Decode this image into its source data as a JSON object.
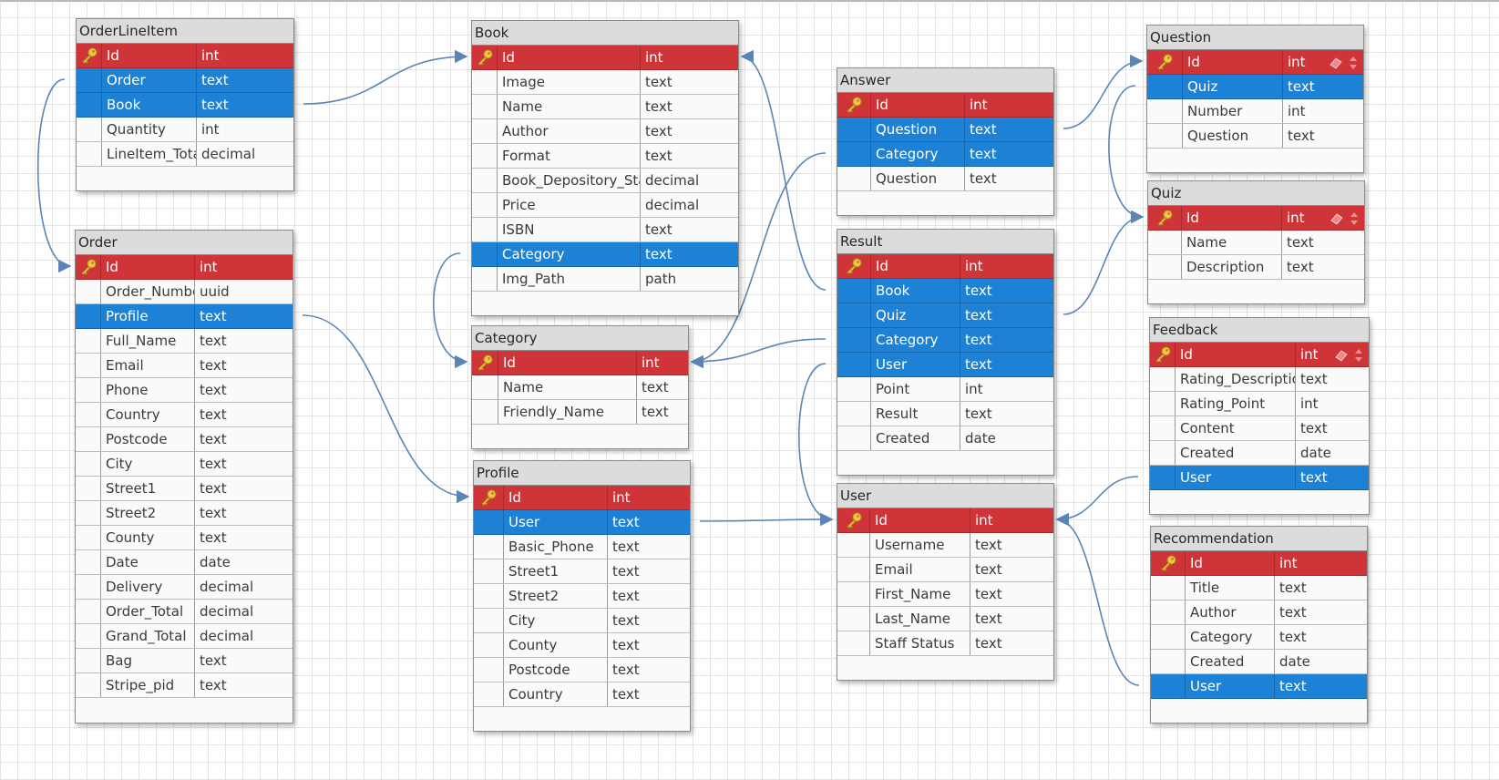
{
  "diagram": {
    "tables": [
      {
        "name": "OrderLineItem",
        "fields": [
          {
            "name": "Id",
            "type": "int",
            "kind": "pk"
          },
          {
            "name": "Order",
            "type": "text",
            "kind": "fk"
          },
          {
            "name": "Book",
            "type": "text",
            "kind": "fk"
          },
          {
            "name": "Quantity",
            "type": "int",
            "kind": "plain"
          },
          {
            "name": "LineItem_Total",
            "type": "decimal",
            "kind": "plain"
          }
        ]
      },
      {
        "name": "Order",
        "fields": [
          {
            "name": "Id",
            "type": "int",
            "kind": "pk"
          },
          {
            "name": "Order_Number",
            "type": "uuid",
            "kind": "plain"
          },
          {
            "name": "Profile",
            "type": "text",
            "kind": "fk"
          },
          {
            "name": "Full_Name",
            "type": "text",
            "kind": "plain"
          },
          {
            "name": "Email",
            "type": "text",
            "kind": "plain"
          },
          {
            "name": "Phone",
            "type": "text",
            "kind": "plain"
          },
          {
            "name": "Country",
            "type": "text",
            "kind": "plain"
          },
          {
            "name": "Postcode",
            "type": "text",
            "kind": "plain"
          },
          {
            "name": "City",
            "type": "text",
            "kind": "plain"
          },
          {
            "name": "Street1",
            "type": "text",
            "kind": "plain"
          },
          {
            "name": "Street2",
            "type": "text",
            "kind": "plain"
          },
          {
            "name": "County",
            "type": "text",
            "kind": "plain"
          },
          {
            "name": "Date",
            "type": "date",
            "kind": "plain"
          },
          {
            "name": "Delivery",
            "type": "decimal",
            "kind": "plain"
          },
          {
            "name": "Order_Total",
            "type": "decimal",
            "kind": "plain"
          },
          {
            "name": "Grand_Total",
            "type": "decimal",
            "kind": "plain"
          },
          {
            "name": "Bag",
            "type": "text",
            "kind": "plain"
          },
          {
            "name": "Stripe_pid",
            "type": "text",
            "kind": "plain"
          }
        ]
      },
      {
        "name": "Book",
        "fields": [
          {
            "name": "Id",
            "type": "int",
            "kind": "pk"
          },
          {
            "name": "Image",
            "type": "text",
            "kind": "plain"
          },
          {
            "name": "Name",
            "type": "text",
            "kind": "plain"
          },
          {
            "name": "Author",
            "type": "text",
            "kind": "plain"
          },
          {
            "name": "Format",
            "type": "text",
            "kind": "plain"
          },
          {
            "name": "Book_Depository_Stars",
            "type": "decimal",
            "kind": "plain"
          },
          {
            "name": "Price",
            "type": "decimal",
            "kind": "plain"
          },
          {
            "name": "ISBN",
            "type": "text",
            "kind": "plain"
          },
          {
            "name": "Category",
            "type": "text",
            "kind": "fk"
          },
          {
            "name": "Img_Path",
            "type": "path",
            "kind": "plain"
          }
        ]
      },
      {
        "name": "Category",
        "fields": [
          {
            "name": "Id",
            "type": "int",
            "kind": "pk"
          },
          {
            "name": "Name",
            "type": "text",
            "kind": "plain"
          },
          {
            "name": "Friendly_Name",
            "type": "text",
            "kind": "plain"
          }
        ]
      },
      {
        "name": "Profile",
        "fields": [
          {
            "name": "Id",
            "type": "int",
            "kind": "pk"
          },
          {
            "name": "User",
            "type": "text",
            "kind": "fk"
          },
          {
            "name": "Basic_Phone",
            "type": "text",
            "kind": "plain"
          },
          {
            "name": "Street1",
            "type": "text",
            "kind": "plain"
          },
          {
            "name": "Street2",
            "type": "text",
            "kind": "plain"
          },
          {
            "name": "City",
            "type": "text",
            "kind": "plain"
          },
          {
            "name": "County",
            "type": "text",
            "kind": "plain"
          },
          {
            "name": "Postcode",
            "type": "text",
            "kind": "plain"
          },
          {
            "name": "Country",
            "type": "text",
            "kind": "plain"
          }
        ]
      },
      {
        "name": "Answer",
        "fields": [
          {
            "name": "Id",
            "type": "int",
            "kind": "pk"
          },
          {
            "name": "Question",
            "type": "text",
            "kind": "fk"
          },
          {
            "name": "Category",
            "type": "text",
            "kind": "fk"
          },
          {
            "name": "Question",
            "type": "text",
            "kind": "plain"
          }
        ]
      },
      {
        "name": "Result",
        "fields": [
          {
            "name": "Id",
            "type": "int",
            "kind": "pk"
          },
          {
            "name": "Book",
            "type": "text",
            "kind": "fk"
          },
          {
            "name": "Quiz",
            "type": "text",
            "kind": "fk"
          },
          {
            "name": "Category",
            "type": "text",
            "kind": "fk"
          },
          {
            "name": "User",
            "type": "text",
            "kind": "fk"
          },
          {
            "name": "Point",
            "type": "int",
            "kind": "plain"
          },
          {
            "name": "Result",
            "type": "text",
            "kind": "plain"
          },
          {
            "name": "Created",
            "type": "date",
            "kind": "plain"
          }
        ]
      },
      {
        "name": "User",
        "fields": [
          {
            "name": "Id",
            "type": "int",
            "kind": "pk"
          },
          {
            "name": "Username",
            "type": "text",
            "kind": "plain"
          },
          {
            "name": "Email",
            "type": "text",
            "kind": "plain"
          },
          {
            "name": "First_Name",
            "type": "text",
            "kind": "plain"
          },
          {
            "name": "Last_Name",
            "type": "text",
            "kind": "plain"
          },
          {
            "name": "Staff Status",
            "type": "text",
            "kind": "plain"
          }
        ]
      },
      {
        "name": "Question",
        "fields": [
          {
            "name": "Id",
            "type": "int",
            "kind": "pk"
          },
          {
            "name": "Quiz",
            "type": "text",
            "kind": "fk"
          },
          {
            "name": "Number",
            "type": "int",
            "kind": "plain"
          },
          {
            "name": "Question",
            "type": "text",
            "kind": "plain"
          }
        ]
      },
      {
        "name": "Quiz",
        "fields": [
          {
            "name": "Id",
            "type": "int",
            "kind": "pk"
          },
          {
            "name": "Name",
            "type": "text",
            "kind": "plain"
          },
          {
            "name": "Description",
            "type": "text",
            "kind": "plain"
          }
        ]
      },
      {
        "name": "Feedback",
        "fields": [
          {
            "name": "Id",
            "type": "int",
            "kind": "pk"
          },
          {
            "name": "Rating_Description",
            "type": "text",
            "kind": "plain"
          },
          {
            "name": "Rating_Point",
            "type": "int",
            "kind": "plain"
          },
          {
            "name": "Content",
            "type": "text",
            "kind": "plain"
          },
          {
            "name": "Created",
            "type": "date",
            "kind": "plain"
          },
          {
            "name": "User",
            "type": "text",
            "kind": "fk"
          }
        ]
      },
      {
        "name": "Recommendation",
        "fields": [
          {
            "name": "Id",
            "type": "int",
            "kind": "pk"
          },
          {
            "name": "Title",
            "type": "text",
            "kind": "plain"
          },
          {
            "name": "Author",
            "type": "text",
            "kind": "plain"
          },
          {
            "name": "Category",
            "type": "text",
            "kind": "plain"
          },
          {
            "name": "Created",
            "type": "date",
            "kind": "plain"
          },
          {
            "name": "User",
            "type": "text",
            "kind": "fk"
          }
        ]
      }
    ],
    "relations": [
      {
        "from": "OrderLineItem.Order",
        "to": "Order.Id"
      },
      {
        "from": "OrderLineItem.Book",
        "to": "Book.Id"
      },
      {
        "from": "Order.Profile",
        "to": "Profile.Id"
      },
      {
        "from": "Book.Category",
        "to": "Category.Id"
      },
      {
        "from": "Answer.Category",
        "to": "Category.Id"
      },
      {
        "from": "Result.Category",
        "to": "Category.Id"
      },
      {
        "from": "Result.Book",
        "to": "Book.Id"
      },
      {
        "from": "Answer.Question",
        "to": "Question.Id"
      },
      {
        "from": "Question.Quiz",
        "to": "Quiz.Id"
      },
      {
        "from": "Result.Quiz",
        "to": "Quiz.Id"
      },
      {
        "from": "Result.User",
        "to": "User.Id"
      },
      {
        "from": "Profile.User",
        "to": "User.Id"
      },
      {
        "from": "Feedback.User",
        "to": "User.Id"
      },
      {
        "from": "Recommendation.User",
        "to": "User.Id"
      }
    ],
    "icons": {
      "primary_key": "key-icon",
      "edit": "eraser-icon",
      "sort": "sort-arrows-icon"
    },
    "colors": {
      "primary_key_row": "#cf3438",
      "foreign_key_row": "#1d82d6",
      "title_bar": "#dcdcdc",
      "connector": "#5b85b5"
    }
  }
}
